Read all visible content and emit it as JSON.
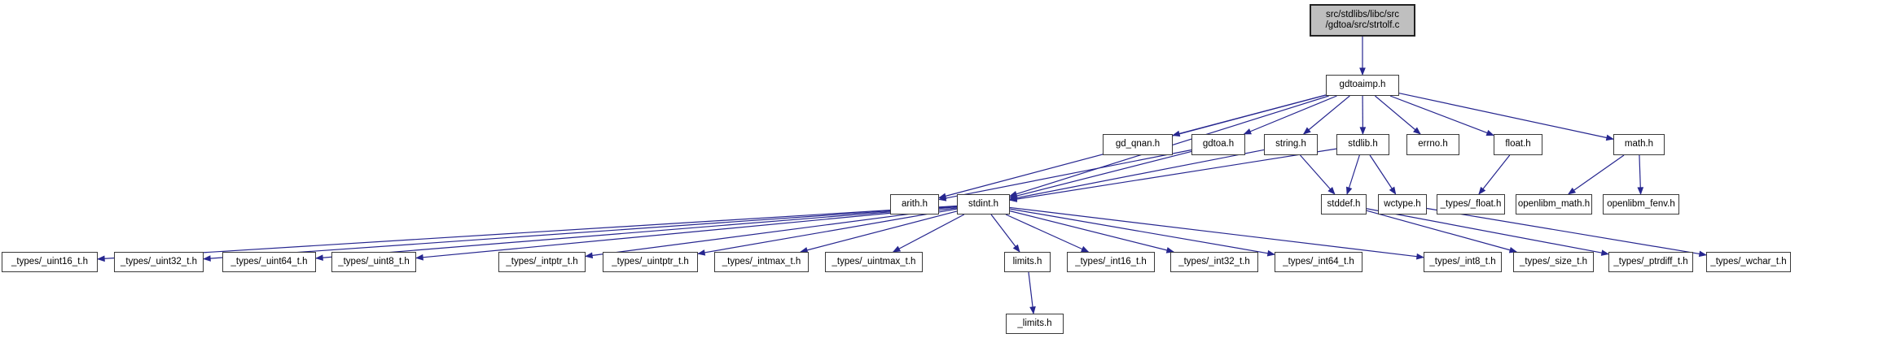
{
  "diagram": {
    "type": "include-dependency-graph",
    "colors": {
      "edge": "#26268f",
      "root_fill": "#bfbfbf",
      "node_fill": "#ffffff",
      "node_border": "#3a3a3a",
      "background": "#ffffff"
    },
    "nodes": [
      {
        "id": "root",
        "label": "src/stdlibs/libc/src\n/gdtoa/src/strtolf.c",
        "kind": "root"
      },
      {
        "id": "gdtoaimp",
        "label": "gdtoaimp.h",
        "kind": "header"
      },
      {
        "id": "gd_qnan",
        "label": "gd_qnan.h",
        "kind": "header"
      },
      {
        "id": "gdtoa",
        "label": "gdtoa.h",
        "kind": "header"
      },
      {
        "id": "string",
        "label": "string.h",
        "kind": "header"
      },
      {
        "id": "stdlib",
        "label": "stdlib.h",
        "kind": "header"
      },
      {
        "id": "errno",
        "label": "errno.h",
        "kind": "header"
      },
      {
        "id": "float",
        "label": "float.h",
        "kind": "header"
      },
      {
        "id": "math",
        "label": "math.h",
        "kind": "header"
      },
      {
        "id": "arith",
        "label": "arith.h",
        "kind": "header"
      },
      {
        "id": "stdint",
        "label": "stdint.h",
        "kind": "header"
      },
      {
        "id": "stddef",
        "label": "stddef.h",
        "kind": "header"
      },
      {
        "id": "wctype",
        "label": "wctype.h",
        "kind": "header"
      },
      {
        "id": "types_float",
        "label": "_types/_float.h",
        "kind": "header"
      },
      {
        "id": "openlibm_math",
        "label": "openlibm_math.h",
        "kind": "header"
      },
      {
        "id": "openlibm_fenv",
        "label": "openlibm_fenv.h",
        "kind": "header"
      },
      {
        "id": "u16",
        "label": "_types/_uint16_t.h",
        "kind": "header"
      },
      {
        "id": "u32",
        "label": "_types/_uint32_t.h",
        "kind": "header"
      },
      {
        "id": "u64",
        "label": "_types/_uint64_t.h",
        "kind": "header"
      },
      {
        "id": "u8",
        "label": "_types/_uint8_t.h",
        "kind": "header"
      },
      {
        "id": "intptr",
        "label": "_types/_intptr_t.h",
        "kind": "header"
      },
      {
        "id": "uintptr",
        "label": "_types/_uintptr_t.h",
        "kind": "header"
      },
      {
        "id": "intmax",
        "label": "_types/_intmax_t.h",
        "kind": "header"
      },
      {
        "id": "uintmax",
        "label": "_types/_uintmax_t.h",
        "kind": "header"
      },
      {
        "id": "limits",
        "label": "limits.h",
        "kind": "header"
      },
      {
        "id": "i16",
        "label": "_types/_int16_t.h",
        "kind": "header"
      },
      {
        "id": "i32",
        "label": "_types/_int32_t.h",
        "kind": "header"
      },
      {
        "id": "i64",
        "label": "_types/_int64_t.h",
        "kind": "header"
      },
      {
        "id": "i8",
        "label": "_types/_int8_t.h",
        "kind": "header"
      },
      {
        "id": "size",
        "label": "_types/_size_t.h",
        "kind": "header"
      },
      {
        "id": "ptrdiff",
        "label": "_types/_ptrdiff_t.h",
        "kind": "header"
      },
      {
        "id": "wchar",
        "label": "_types/_wchar_t.h",
        "kind": "header"
      },
      {
        "id": "_limits",
        "label": "_limits.h",
        "kind": "header"
      }
    ],
    "edges": [
      {
        "from": "root",
        "to": "gdtoaimp"
      },
      {
        "from": "gdtoaimp",
        "to": "gd_qnan"
      },
      {
        "from": "gdtoaimp",
        "to": "gdtoa"
      },
      {
        "from": "gdtoaimp",
        "to": "string"
      },
      {
        "from": "gdtoaimp",
        "to": "stdlib"
      },
      {
        "from": "gdtoaimp",
        "to": "errno"
      },
      {
        "from": "gdtoaimp",
        "to": "float"
      },
      {
        "from": "gdtoaimp",
        "to": "math"
      },
      {
        "from": "gdtoaimp",
        "to": "arith"
      },
      {
        "from": "gdtoaimp",
        "to": "stdint"
      },
      {
        "from": "gdtoa",
        "to": "arith"
      },
      {
        "from": "gdtoa",
        "to": "stdint"
      },
      {
        "from": "string",
        "to": "stddef"
      },
      {
        "from": "string",
        "to": "stdint"
      },
      {
        "from": "stdlib",
        "to": "stddef"
      },
      {
        "from": "stdlib",
        "to": "wctype"
      },
      {
        "from": "stdlib",
        "to": "stdint"
      },
      {
        "from": "float",
        "to": "types_float"
      },
      {
        "from": "math",
        "to": "openlibm_math"
      },
      {
        "from": "math",
        "to": "openlibm_fenv"
      },
      {
        "from": "stdint",
        "to": "u16"
      },
      {
        "from": "stdint",
        "to": "u32"
      },
      {
        "from": "stdint",
        "to": "u64"
      },
      {
        "from": "stdint",
        "to": "u8"
      },
      {
        "from": "stdint",
        "to": "intptr"
      },
      {
        "from": "stdint",
        "to": "uintptr"
      },
      {
        "from": "stdint",
        "to": "intmax"
      },
      {
        "from": "stdint",
        "to": "uintmax"
      },
      {
        "from": "stdint",
        "to": "limits"
      },
      {
        "from": "stdint",
        "to": "i16"
      },
      {
        "from": "stdint",
        "to": "i32"
      },
      {
        "from": "stdint",
        "to": "i64"
      },
      {
        "from": "stdint",
        "to": "i8"
      },
      {
        "from": "stddef",
        "to": "size"
      },
      {
        "from": "stddef",
        "to": "ptrdiff"
      },
      {
        "from": "wctype",
        "to": "wchar"
      },
      {
        "from": "limits",
        "to": "_limits"
      }
    ]
  }
}
